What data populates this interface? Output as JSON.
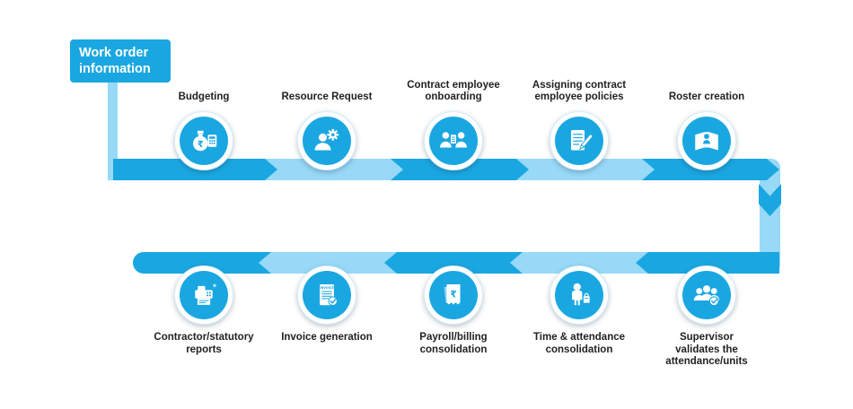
{
  "title_box": {
    "label": "Work order\ninformation"
  },
  "colors": {
    "primary_blue": "#1AA7E1",
    "light_blue": "#97D9F7",
    "text": "#231F20",
    "background": "#FFFFFF"
  },
  "flow": {
    "top_row_direction": "left-to-right",
    "bottom_row_direction": "right-to-left"
  },
  "top_steps": [
    {
      "label": "Budgeting",
      "icon": "money-bag-calculator-icon"
    },
    {
      "label": "Resource Request",
      "icon": "person-gear-icon"
    },
    {
      "label": "Contract employee\nonboarding",
      "icon": "employees-document-icon"
    },
    {
      "label": "Assigning contract\nemployee policies",
      "icon": "document-pen-icon"
    },
    {
      "label": "Roster creation",
      "icon": "map-person-icon"
    }
  ],
  "bottom_steps": [
    {
      "label": "Supervisor\nvalidates the\nattendance/units",
      "icon": "team-check-icon"
    },
    {
      "label": "Time & attendance\nconsolidation",
      "icon": "person-bag-icon"
    },
    {
      "label": "Payroll/billing\nconsolidation",
      "icon": "rupee-receipt-icon"
    },
    {
      "label": "Invoice generation",
      "icon": "invoice-check-icon"
    },
    {
      "label": "Contractor/statutory\nreports",
      "icon": "report-machine-icon"
    }
  ]
}
